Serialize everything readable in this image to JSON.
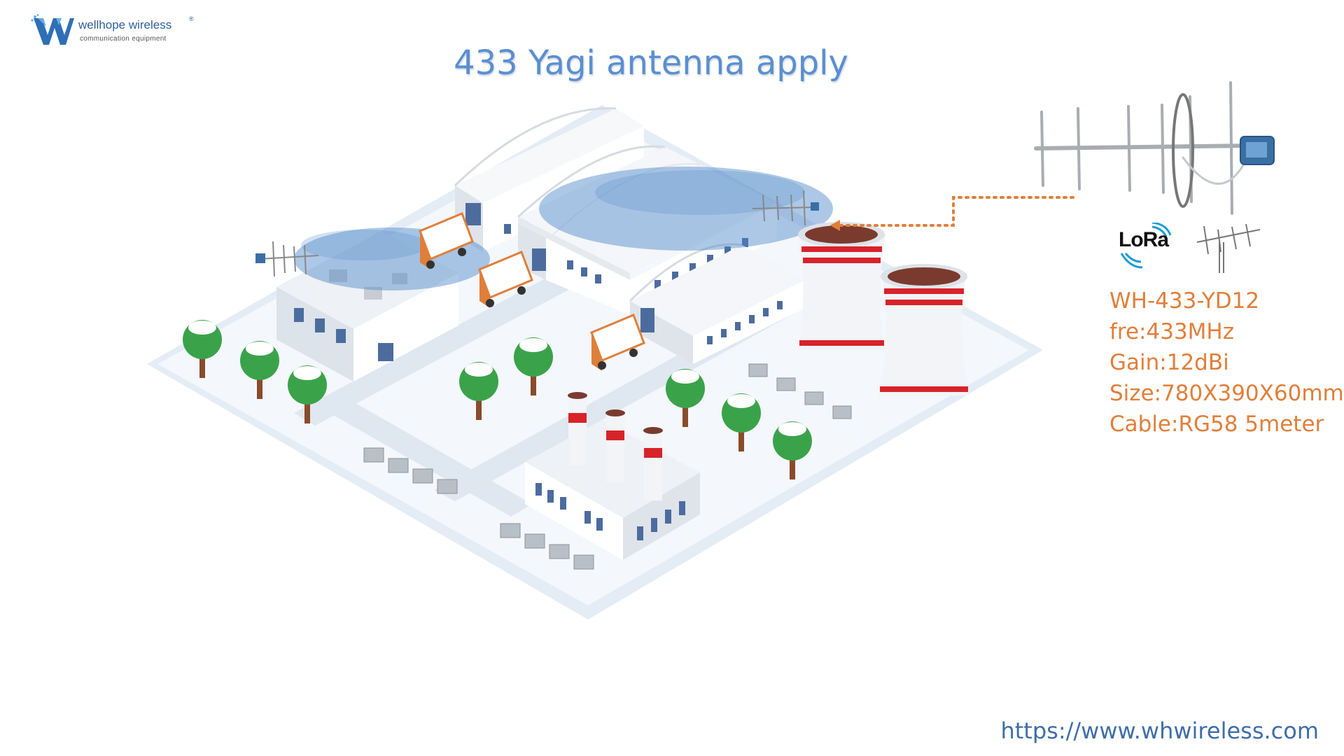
{
  "logo": {
    "name": "wellhope wireless",
    "registered": "®",
    "tagline": "communication equipment"
  },
  "title": "433 Yagi antenna apply",
  "lora_label": "LoRa",
  "specs": [
    "WH-433-YD12",
    "fre:433MHz",
    "Gain:12dBi",
    "Size:780X390X60mm",
    "Cable:RG58 5meter"
  ],
  "website": "https://www.whwireless.com",
  "colors": {
    "title": "#5a8fd1",
    "specs": "#e07f3a",
    "signal_beam": "#4a86c8",
    "cable_dots": "#e07f3a",
    "chimney_stripe": "#d8232a",
    "trees": "#3aa34a",
    "van": "#e07f3a"
  },
  "icons": [
    "wellhope-logo-icon",
    "yagi-antenna-icon",
    "lora-signal-icon",
    "antenna-outline-icon"
  ]
}
